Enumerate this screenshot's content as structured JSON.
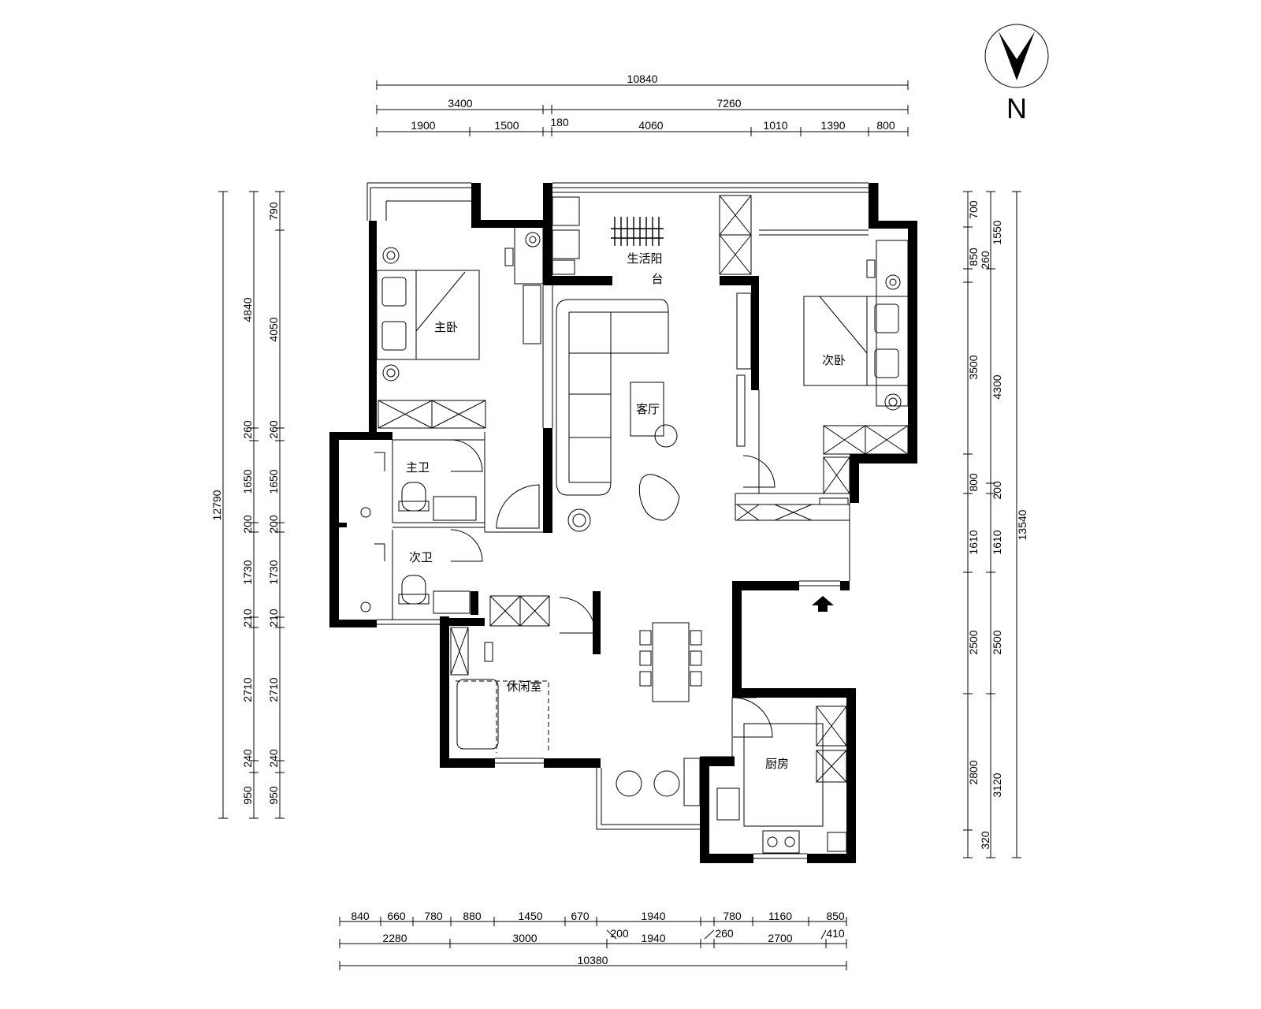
{
  "compass": {
    "north_label": "N"
  },
  "rooms": {
    "master_bedroom": "主卧",
    "balcony": "生活阳台",
    "second_bedroom": "次卧",
    "living_room": "客厅",
    "master_bath": "主卫",
    "second_bath": "次卫",
    "leisure_room": "休闲室",
    "kitchen": "厨房"
  },
  "dims": {
    "top_total": "10840",
    "top_mid": [
      "3400",
      "7260"
    ],
    "top_small": [
      "1900",
      "1500",
      "180",
      "4060",
      "1010",
      "1390",
      "800"
    ],
    "bottom_small": [
      "840",
      "660",
      "780",
      "880",
      "1450",
      "670",
      "1940",
      "780",
      "1160",
      "850"
    ],
    "bottom_mid": [
      "2280",
      "3000",
      "200",
      "1940",
      "260",
      "2700",
      "410"
    ],
    "bottom_total": "10380",
    "left_total": "12790",
    "left_mid": [
      "4840",
      "260",
      "1650",
      "200",
      "1730",
      "210",
      "2710",
      "240",
      "950"
    ],
    "left_inner": [
      "790",
      "4050",
      "260",
      "1650",
      "200",
      "1730",
      "210",
      "2710",
      "240",
      "950"
    ],
    "right_inner": [
      "700",
      "850",
      "260",
      "3500",
      "800",
      "1610",
      "2500",
      "2800",
      "320"
    ],
    "right_mid": [
      "1550",
      "4300",
      "200",
      "1610",
      "2500",
      "3120"
    ],
    "right_total": "13540"
  }
}
